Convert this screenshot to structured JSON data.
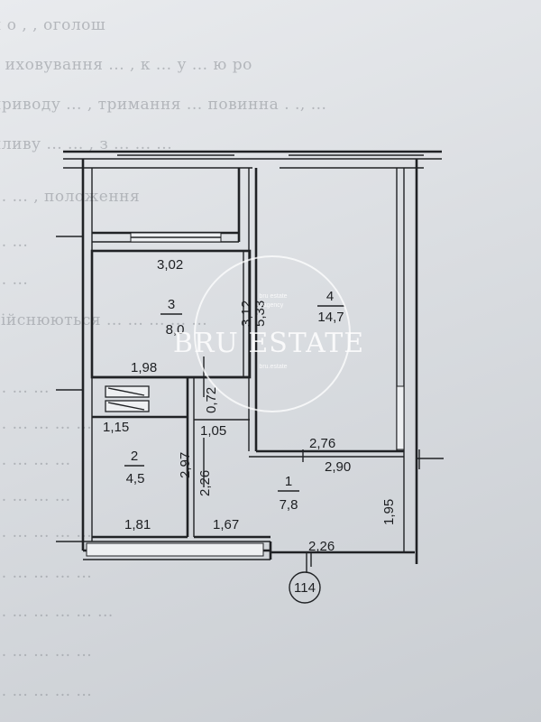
{
  "background_text": [
    "п   о      ,    ,       оголош",
    "    з   иховування    ...          ,    к  ...    у  ... ю  ро",
    "     приводу   ... ,    тримання   ...   повинна    .   .,    ...",
    "      пливу ...    ...  ,     з ...     ...      ...",
    "               ...     ...   ,   положення",
    "        ...           ...",
    "     ...      ...",
    "    дійснюються  ...   ...         ...            ...   ...",
    "             ...       ...    ...",
    "     ...      ...         ...     ...     ...",
    "       ...       ...       ...          ...",
    "          ...          ...     ...        ...",
    "         ...      ...       ...        ...     ...",
    "      ...      ...      ...    ...         ...",
    "     ...     ...  ...     ...      ...       ...",
    "    ...         ...       ...      ...    ...",
    "    ...     ...   ...     ...        ..."
  ],
  "plan": {
    "rooms": [
      {
        "id": "1",
        "number": "1",
        "area": "7,8"
      },
      {
        "id": "2",
        "number": "2",
        "area": "4,5"
      },
      {
        "id": "3",
        "number": "3",
        "area": "8,0"
      },
      {
        "id": "4",
        "number": "4",
        "area": "14,7"
      }
    ],
    "dimensions": {
      "d_302": "3,02",
      "d_312": "3,12",
      "d_533": "5,33",
      "d_198": "1,98",
      "d_072": "0,72",
      "d_115": "1,15",
      "d_105": "1,05",
      "d_276": "2,76",
      "d_290": "2,90",
      "d_297": "2,97",
      "d_226_vertical": "2,26",
      "d_181": "1,81",
      "d_167": "1,67",
      "d_195": "1,95",
      "d_226_horizontal": "2,26"
    },
    "unit_number": "114"
  },
  "watermark": {
    "brand": "BRU ESTATE",
    "small_top": "bru estate",
    "small_mid": "agency",
    "small_bottom": "bru.estate"
  }
}
